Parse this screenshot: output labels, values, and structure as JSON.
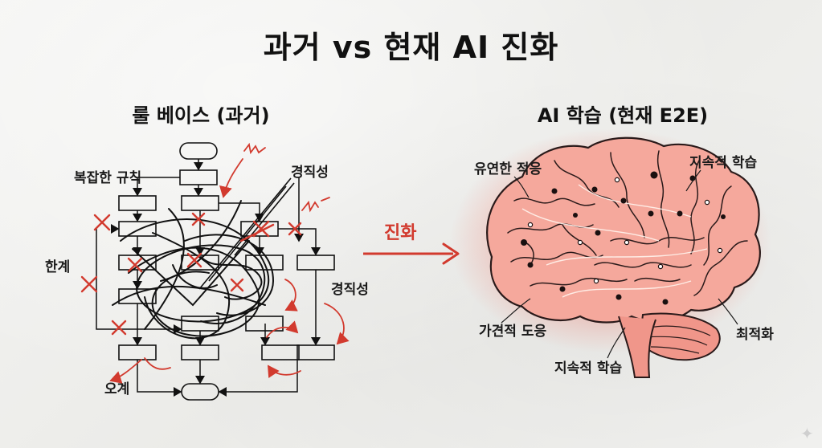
{
  "title": "과거 vs 현재 AI 진화",
  "left_panel": {
    "subtitle": "룰 베이스 (과거)",
    "labels": {
      "complex_rules": "복잡한 규칙",
      "rigidity_top": "경직성",
      "limit": "한계",
      "rigidity_right": "경직성",
      "error": "오계"
    }
  },
  "arrow": {
    "label": "진화"
  },
  "right_panel": {
    "subtitle": "AI 학습 (현재 E2E)",
    "labels": {
      "flexible": "유연한 적응",
      "continuous_top": "지속적 학습",
      "indirect_help": "가견적 도응",
      "optimize": "최적화",
      "continuous_bottom": "지속적 학습"
    }
  },
  "colors": {
    "accent_red": "#d23a2e",
    "ink": "#111111",
    "brain_glow": "#f26a5a"
  }
}
